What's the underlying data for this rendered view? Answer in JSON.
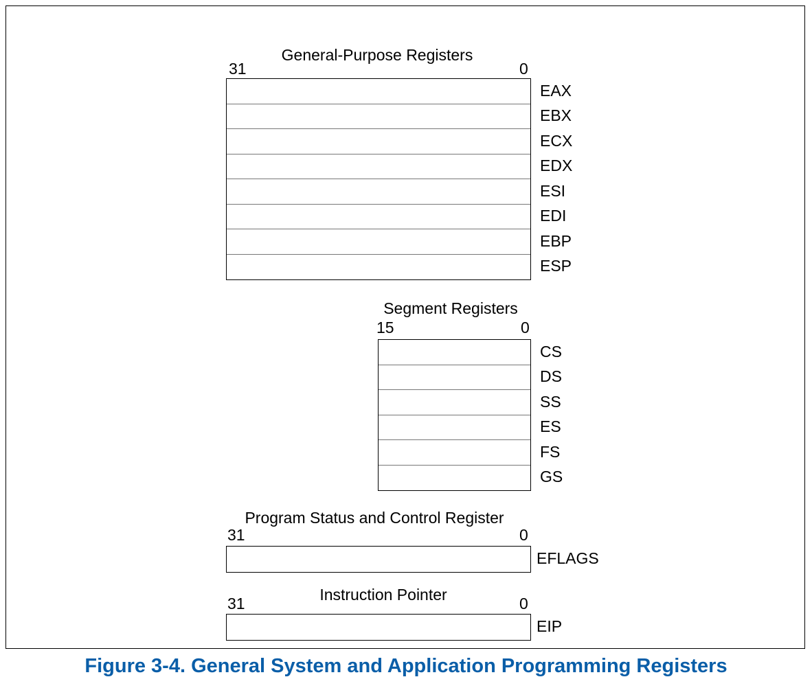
{
  "groups": {
    "general": {
      "title": "General-Purpose Registers",
      "high_bit": "31",
      "low_bit": "0",
      "registers": [
        "EAX",
        "EBX",
        "ECX",
        "EDX",
        "ESI",
        "EDI",
        "EBP",
        "ESP"
      ]
    },
    "segment": {
      "title": "Segment Registers",
      "high_bit": "15",
      "low_bit": "0",
      "registers": [
        "CS",
        "DS",
        "SS",
        "ES",
        "FS",
        "GS"
      ]
    },
    "status": {
      "title": "Program Status and Control Register",
      "high_bit": "31",
      "low_bit": "0",
      "registers": [
        "EFLAGS"
      ]
    },
    "pointer": {
      "title": "Instruction Pointer",
      "high_bit": "31",
      "low_bit": "0",
      "registers": [
        "EIP"
      ]
    }
  },
  "caption": "Figure 3-4.  General System and Application Programming Registers",
  "colors": {
    "caption": "#0a5ea8",
    "border": "#000000"
  }
}
